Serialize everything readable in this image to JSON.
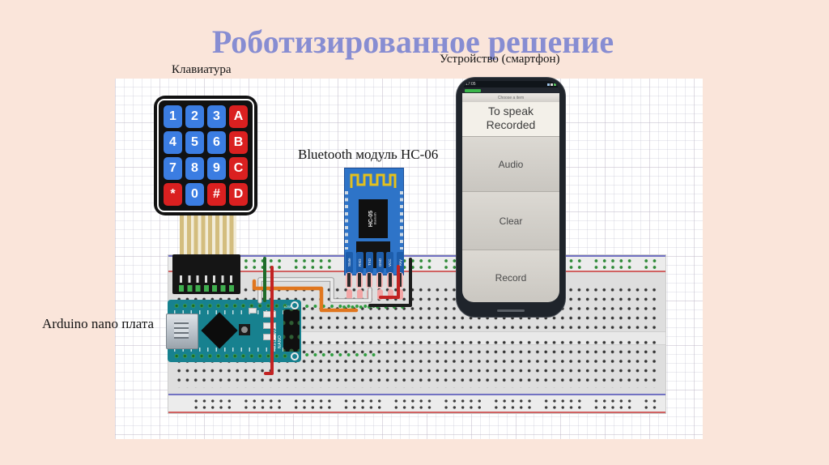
{
  "title": "Роботизированное решение",
  "labels": {
    "keyboard": "Клавиатура",
    "device": "Устройство (смартфон)",
    "bluetooth": "Bluetooth модуль HC-06",
    "arduino": "Arduino nano плата"
  },
  "keypad": {
    "rows": [
      [
        "1",
        "2",
        "3",
        "A"
      ],
      [
        "4",
        "5",
        "6",
        "B"
      ],
      [
        "7",
        "8",
        "9",
        "C"
      ],
      [
        "*",
        "0",
        "#",
        "D"
      ]
    ]
  },
  "bt": {
    "chip": "HC-05",
    "chip_sub": "Bluetooth",
    "pins": [
      "State",
      "RXD",
      "TXD",
      "GND",
      "VCC",
      "Key"
    ]
  },
  "arduino": {
    "name": "ARDUINO NANO",
    "icsp": "ICSP"
  },
  "phone": {
    "time": "17:05",
    "picker": "Choose a item",
    "line1": "To speak",
    "line2": "Recorded",
    "buttons": [
      "Audio",
      "Clear",
      "Record"
    ]
  },
  "colors": {
    "background": "#fae5da",
    "title": "#878dd2",
    "key_blue": "#3b7de2",
    "key_red": "#da2020",
    "bt_board": "#2e74c8",
    "arduino_board": "#17818f",
    "wire_orange": "#e0761e",
    "wire_red": "#c22222",
    "wire_black": "#1c1c1c",
    "wire_white": "#ececec",
    "wire_green": "#1f6b2a"
  }
}
